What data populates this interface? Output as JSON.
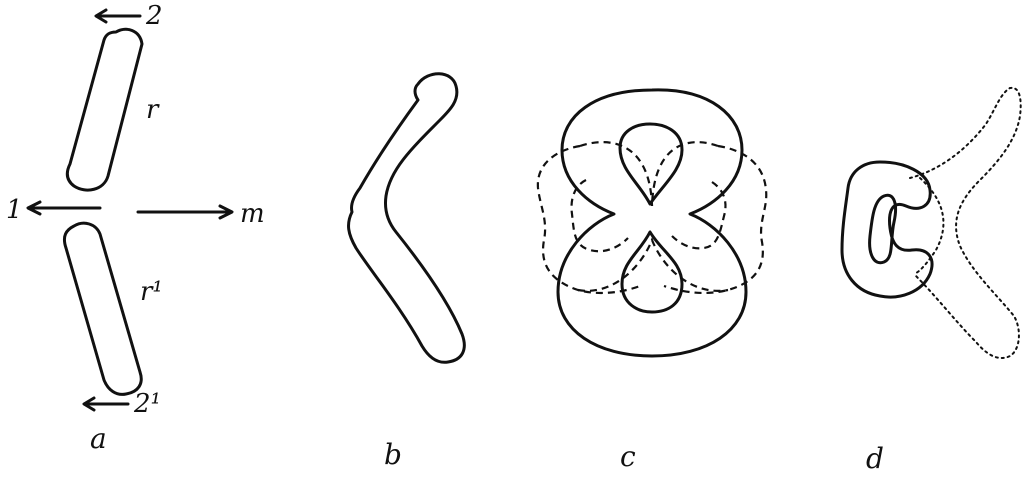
{
  "panel_a": {
    "label_r": "r",
    "label_r_prime": "r¹",
    "label_2": "2",
    "label_2_prime": "2¹",
    "label_1": "1",
    "label_m": "m",
    "caption": "a"
  },
  "panel_b": {
    "caption": "b"
  },
  "panel_c": {
    "caption": "c"
  },
  "panel_d": {
    "caption": "d"
  }
}
